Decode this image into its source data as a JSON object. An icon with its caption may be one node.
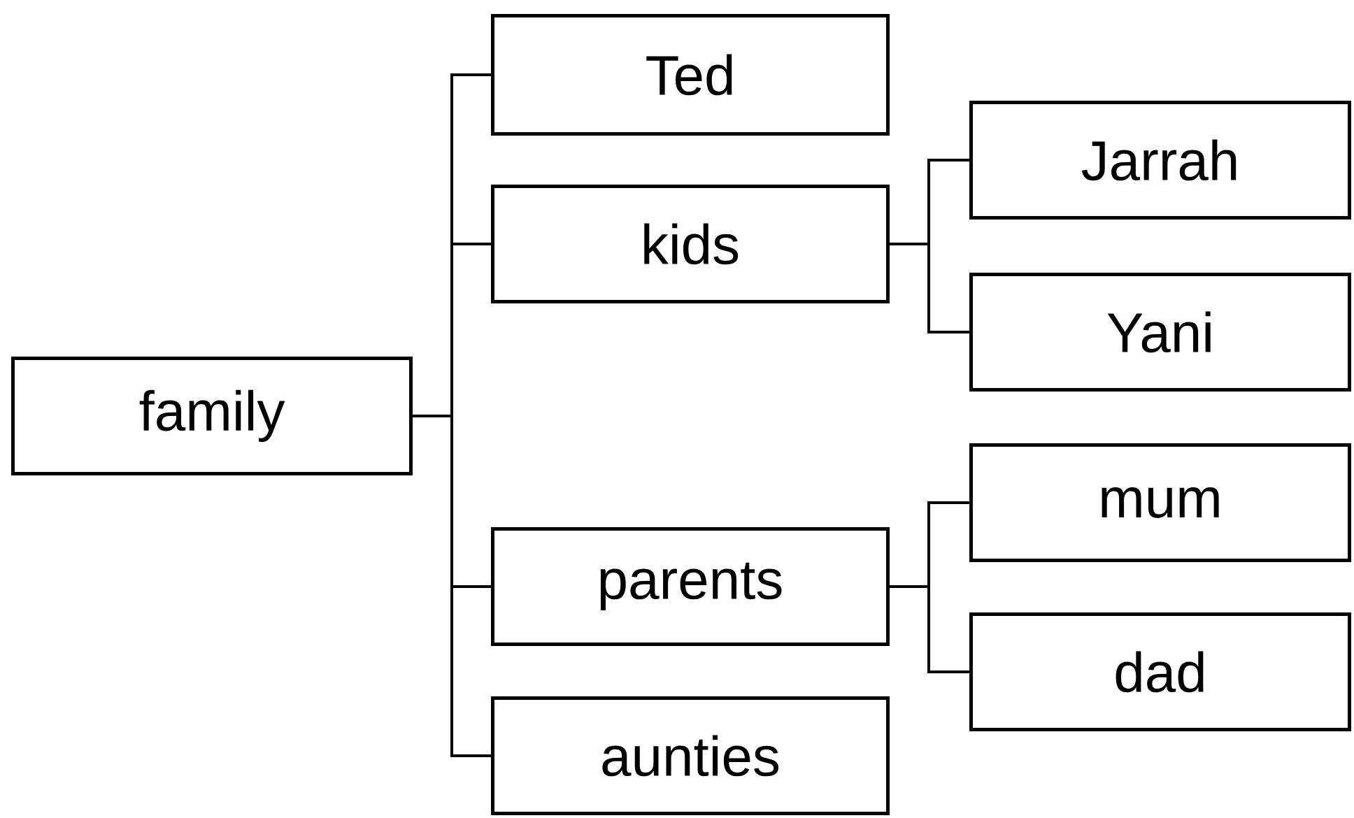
{
  "diagram": {
    "nodes": [
      {
        "text": [
          "family"
        ]
      },
      {
        "text": [
          "Ted"
        ]
      },
      {
        "text": [
          "kids"
        ]
      },
      {
        "text": [
          "parents"
        ]
      },
      {
        "text": [
          "aunties"
        ]
      },
      {
        "text": [
          "Jarrah"
        ]
      },
      {
        "text": [
          "Yani"
        ]
      },
      {
        "text": [
          "mum"
        ]
      },
      {
        "text": [
          "dad"
        ]
      }
    ],
    "edges": [
      {
        "from": 0,
        "to": 1,
        "arrow": "none"
      },
      {
        "from": 0,
        "to": 2,
        "arrow": "none"
      },
      {
        "from": 0,
        "to": 3,
        "arrow": "none"
      },
      {
        "from": 0,
        "to": 4,
        "arrow": "none"
      },
      {
        "from": 2,
        "to": 5,
        "arrow": "none"
      },
      {
        "from": 2,
        "to": 6,
        "arrow": "none"
      },
      {
        "from": 3,
        "to": 7,
        "arrow": "none"
      },
      {
        "from": 3,
        "to": 8,
        "arrow": "none"
      }
    ]
  }
}
